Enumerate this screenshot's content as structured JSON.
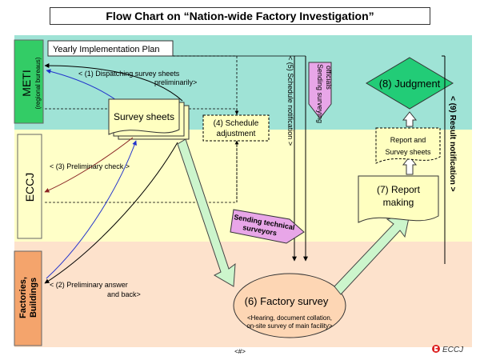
{
  "title": "Flow Chart on “Nation-wide Factory Investigation”",
  "lanes": {
    "meti": "METI",
    "meti_sub": "(regional bureaus)",
    "eccj": "ECCJ",
    "factories_1": "Factories,",
    "factories_2": "Buildings"
  },
  "plan_label": "Yearly Implementation Plan",
  "survey_sheets": "Survey sheets",
  "steps": {
    "s1_line1": "< (1) Dispatching survey sheets",
    "s1_line2": "preliminarily>",
    "s2_line1": "< (2) Preliminary answer",
    "s2_line2": "and back>",
    "s3": "< (3) Preliminary check >",
    "s4_line1": "(4) Schedule",
    "s4_line2": "adjustment",
    "s5": "< (5) Schedule notification >",
    "s6_title": "(6) Factory survey",
    "s6_line1": "<Hearing, document collation,",
    "s6_line2": "on-site survey of main facility>",
    "s7_line1": "(7) Report",
    "s7_line2": "making",
    "s8": "(8) Judgment",
    "s9": "< (9) Result notification >"
  },
  "sending_officials_1": "Sending surveying",
  "sending_officials_2": "officials",
  "sending_technical_1": "Sending technical",
  "sending_technical_2": "surveyors",
  "report_sheets_1": "Report and",
  "report_sheets_2": "Survey sheets",
  "footer": "<#>",
  "logo_text": "ECCJ",
  "colors": {
    "meti_band": "#9fe3d6",
    "eccj_band": "#ffffc8",
    "factory_band": "#fde2cc",
    "lane_label_meti": "#33cc66",
    "lane_label_eccj": "#ffffc8",
    "lane_label_factory": "#f4a46c",
    "judgment": "#22cc77",
    "pink": "#e8a6e8",
    "factory_oval": "#fdd6b4",
    "green_arrow": "#ccf5cc"
  }
}
